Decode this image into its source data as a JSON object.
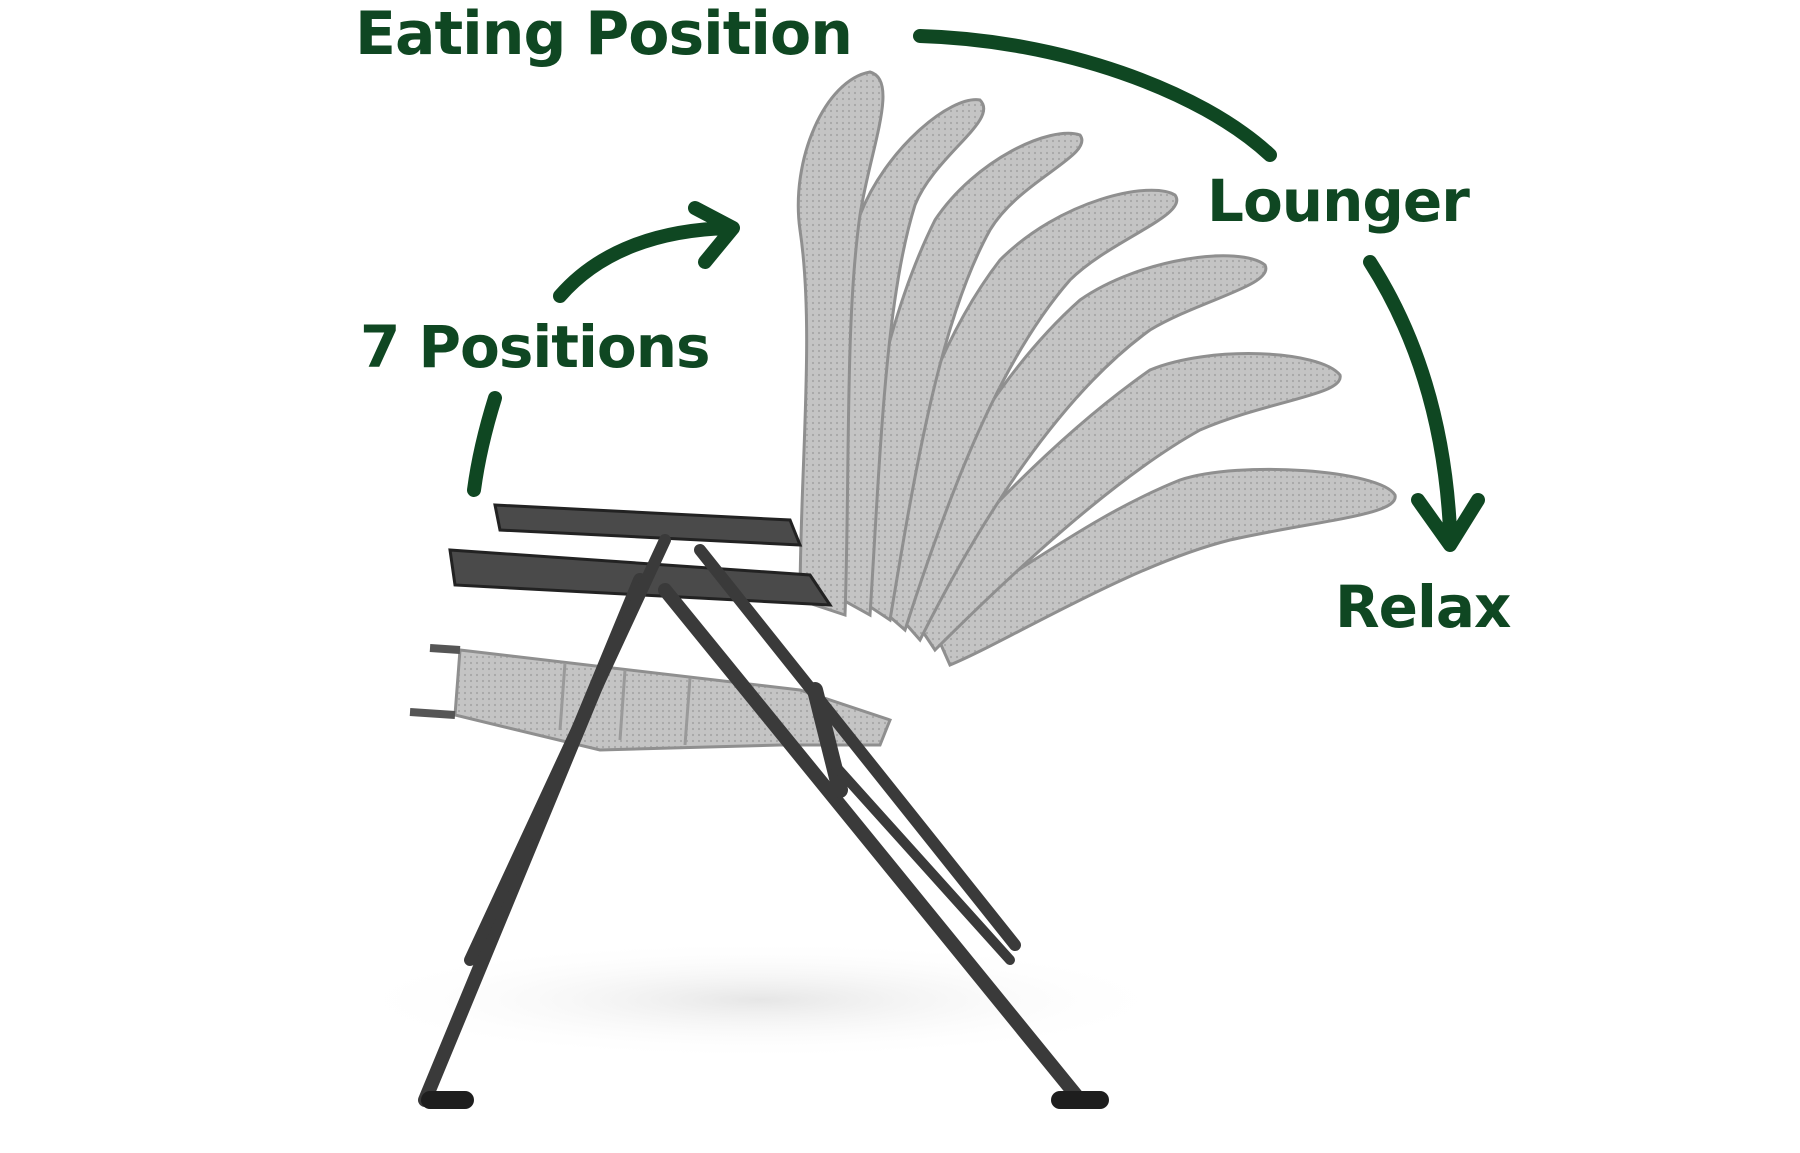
{
  "labels": {
    "eating": "Eating Position",
    "lounger": "Lounger",
    "positions": "7 Positions",
    "relax": "Relax"
  },
  "colors": {
    "label": "#0f4722",
    "arrow": "#0f4722",
    "backrest": "#bdbdbd",
    "backrest_edge": "#8f8f8f",
    "frame": "#3a3a3a",
    "frame_dark": "#222222",
    "seat": "#c8c8c8"
  },
  "icons": {
    "arrow_top": "curved-arrow-icon",
    "arrow_right": "curved-arrow-down-icon",
    "arrow_left": "curved-arrow-up-icon"
  },
  "positions_count": 7
}
